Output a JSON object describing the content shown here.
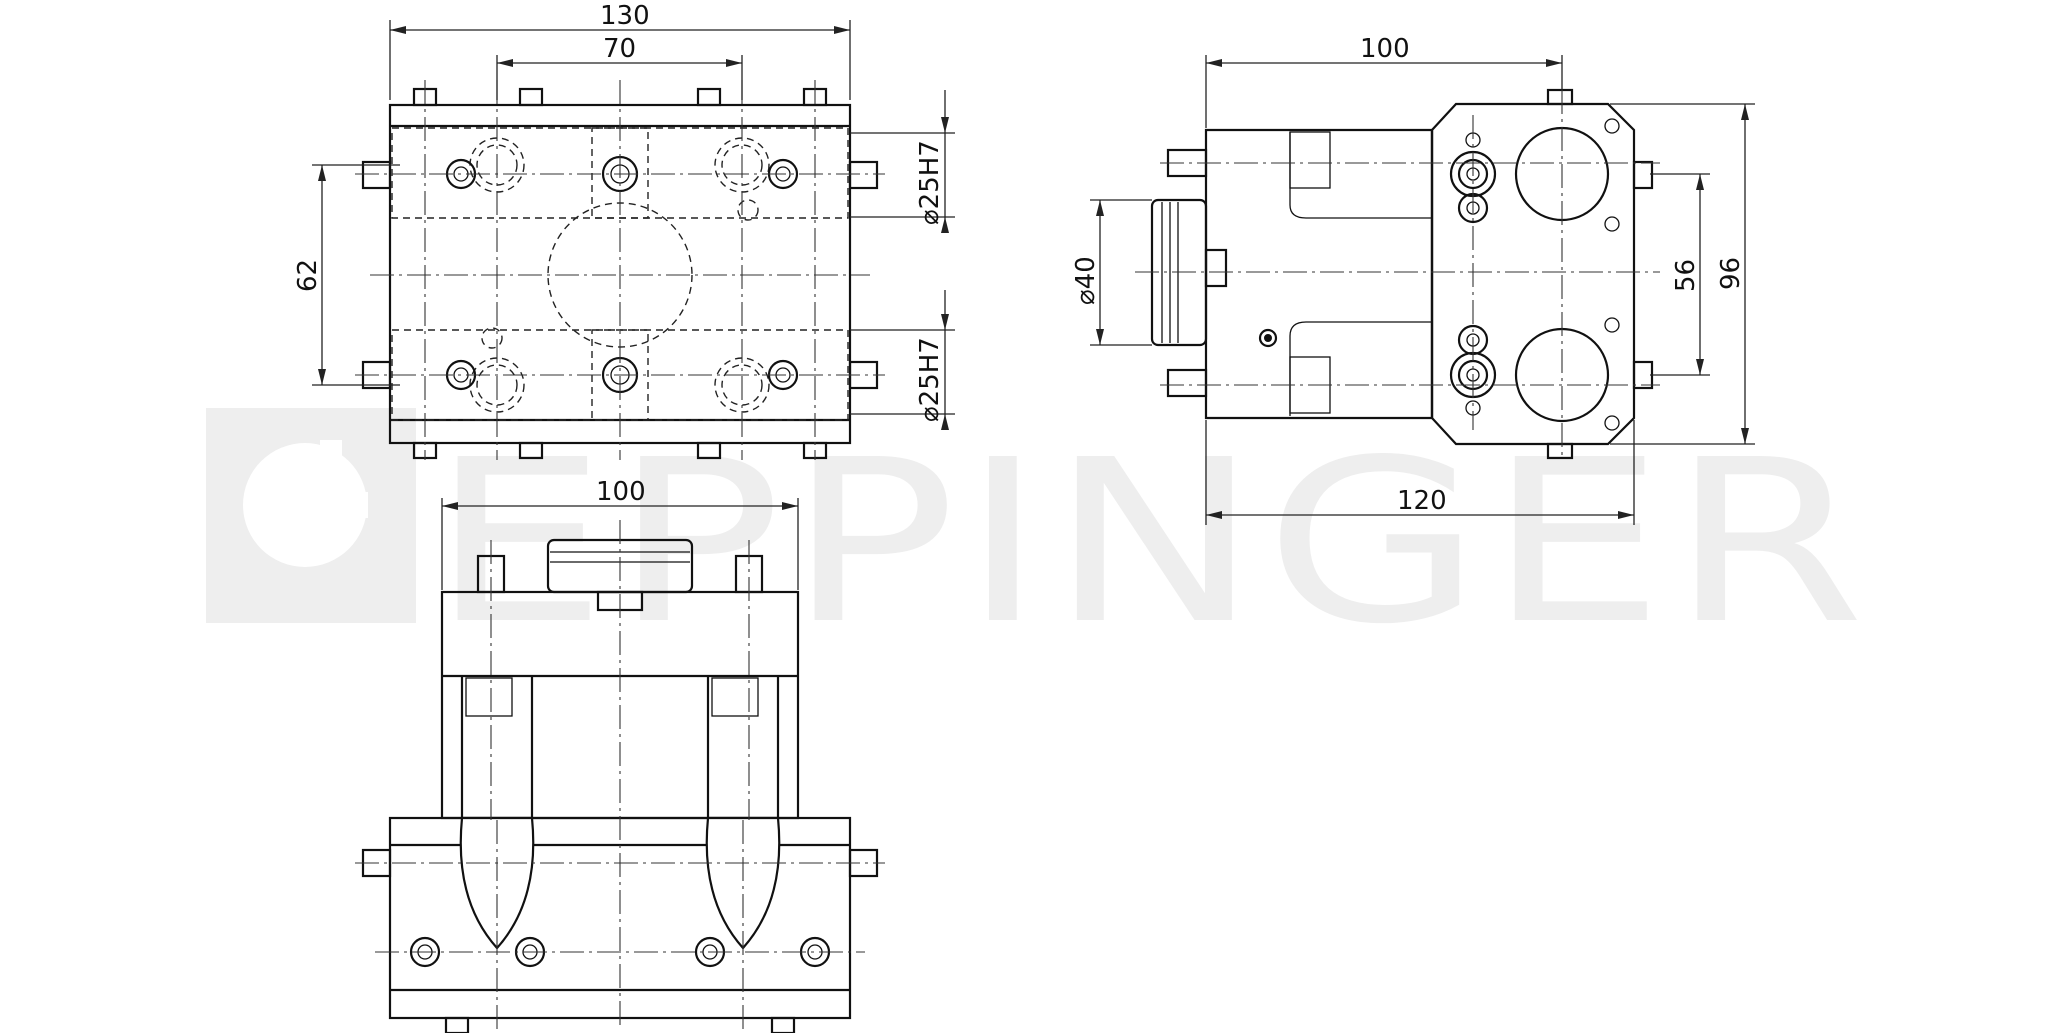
{
  "watermark": {
    "text": "EPPINGER",
    "logo_icon": "eppinger-logo-icon"
  },
  "views": {
    "front": {
      "dims": {
        "width_total": "130",
        "hole_spacing": "70",
        "height": "62",
        "bore_top": "⌀25H7",
        "bore_bottom": "⌀25H7"
      }
    },
    "side": {
      "dims": {
        "top_width": "100",
        "bottom_width": "120",
        "shank_dia": "⌀40",
        "bore_spacing": "56",
        "height": "96"
      }
    },
    "top": {
      "dims": {
        "width": "100"
      }
    }
  },
  "colors": {
    "line": "#111111",
    "watermark": "#eeeeee",
    "background": "#ffffff"
  }
}
